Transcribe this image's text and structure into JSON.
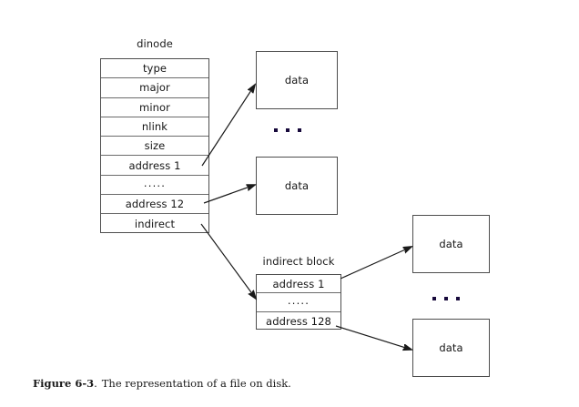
{
  "figure": {
    "caption_label": "Figure 6-3",
    "caption_sep": ".",
    "caption_text": "The representation of a file on disk."
  },
  "colors": {
    "box_border": "#4d4d4d",
    "row_divider": "#6b6b6b",
    "text": "#141414",
    "arrow": "#1a1a1a",
    "dot": "#17093b",
    "background": "#ffffff"
  },
  "dinode": {
    "label": "dinode",
    "rows": [
      {
        "text": "type"
      },
      {
        "text": "major"
      },
      {
        "text": "minor"
      },
      {
        "text": "nlink"
      },
      {
        "text": "size"
      },
      {
        "text": "address 1"
      },
      {
        "text": "....."
      },
      {
        "text": "address 12"
      },
      {
        "text": "indirect"
      }
    ]
  },
  "indirect_block": {
    "label": "indirect block",
    "rows": [
      {
        "text": "address 1"
      },
      {
        "text": "....."
      },
      {
        "text": "address 128"
      }
    ]
  },
  "data_blocks": [
    {
      "id": "direct-1",
      "text": "data"
    },
    {
      "id": "direct-12",
      "text": "data"
    },
    {
      "id": "indirect-1",
      "text": "data"
    },
    {
      "id": "indirect-128",
      "text": "data"
    }
  ],
  "ellipses": [
    {
      "id": "direct-blocks-ellipsis",
      "dots": 3
    },
    {
      "id": "indirect-blocks-ellipsis",
      "dots": 3
    }
  ],
  "arrows": [
    {
      "id": "address-1-to-data",
      "from": "dinode.address 1",
      "to": "data block 1"
    },
    {
      "id": "address-12-to-data",
      "from": "dinode.address 12",
      "to": "data block 12"
    },
    {
      "id": "indirect-to-indirect-block",
      "from": "dinode.indirect",
      "to": "indirect block"
    },
    {
      "id": "indirect-address-1-to-data",
      "from": "indirect block.address 1",
      "to": "data block"
    },
    {
      "id": "indirect-address-128-to-data",
      "from": "indirect block.address 128",
      "to": "data block"
    }
  ]
}
